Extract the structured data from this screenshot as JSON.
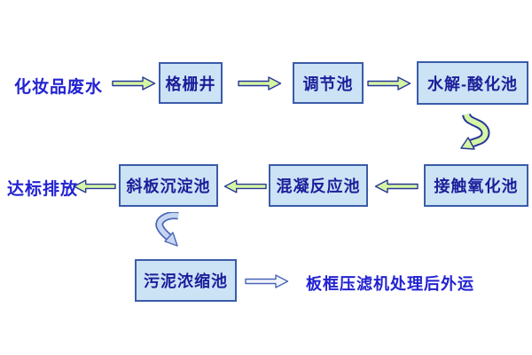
{
  "diagram": {
    "labels": {
      "influent": "化妆品废水",
      "discharge": "达标排放",
      "offsite_disposal": "板框压滤机处理后外运"
    },
    "boxes": {
      "grid_well": "格栅井",
      "regulating_tank": "调节池",
      "hydrolysis_acidification_tank": "水解-酸化池",
      "contact_oxidation_tank": "接触氧化池",
      "coagulation_reaction_tank": "混凝反应池",
      "inclined_plate_sedimentation_tank": "斜板沉淀池",
      "sludge_thickening_tank": "污泥浓缩池"
    },
    "flow_main": [
      "化妆品废水",
      "格栅井",
      "调节池",
      "水解-酸化池",
      "接触氧化池",
      "混凝反应池",
      "斜板沉淀池",
      "达标排放"
    ],
    "flow_sludge": [
      "斜板沉淀池",
      "污泥浓缩池",
      "板框压滤机处理后外运"
    ],
    "colors": {
      "bg": "#ffffff",
      "box_fill": "#cce3f6",
      "box_border": "#3a5ca8",
      "box_text": "#1c1e99",
      "label_text": "#2222d2",
      "green_arrow_fill": "#d6f5a2",
      "arrow_outline": "#27379a",
      "blue_curve_fill": "#c6d6f2",
      "blue_curve_border": "#4a66b8",
      "pale_arrow_fill": "#f2f5fd",
      "pale_arrow_border": "#4a66b8"
    }
  }
}
